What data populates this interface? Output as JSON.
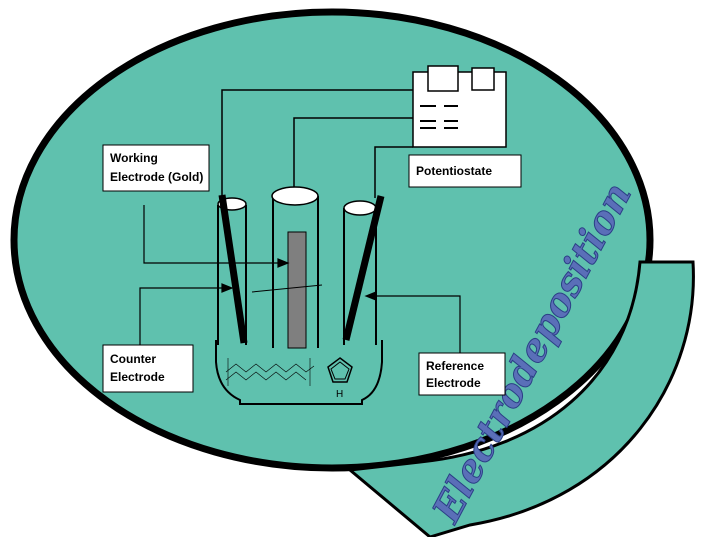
{
  "labels": {
    "working_line1": "Working",
    "working_line2": "Electrode (Gold)",
    "potentiostat": "Potentiostate",
    "counter_line1": "Counter",
    "counter_line2": "Electrode",
    "reference_line1": "Reference",
    "reference_line2": "Electrode",
    "pyrrole_h": "H",
    "arrow_text": "Electrodeposition"
  },
  "colors": {
    "teal_fill": "#5fc1ae",
    "outline": "#000000",
    "arrow_fill": "#5fc1ae",
    "electrode_gray": "#7f7f7f",
    "text_blue": "#5a6fb8"
  }
}
